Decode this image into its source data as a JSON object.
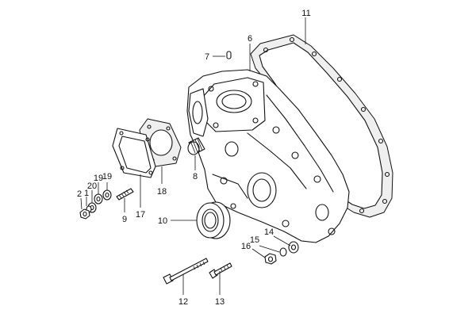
{
  "callouts": {
    "c1": "1",
    "c2": "2",
    "c6": "6",
    "c7": "7",
    "c8": "8",
    "c9": "9",
    "c10": "10",
    "c11": "11",
    "c12": "12",
    "c13": "13",
    "c14": "14",
    "c15": "15",
    "c16": "16",
    "c17": "17",
    "c18": "18",
    "c19a": "19",
    "c19b": "19",
    "c20": "20"
  }
}
